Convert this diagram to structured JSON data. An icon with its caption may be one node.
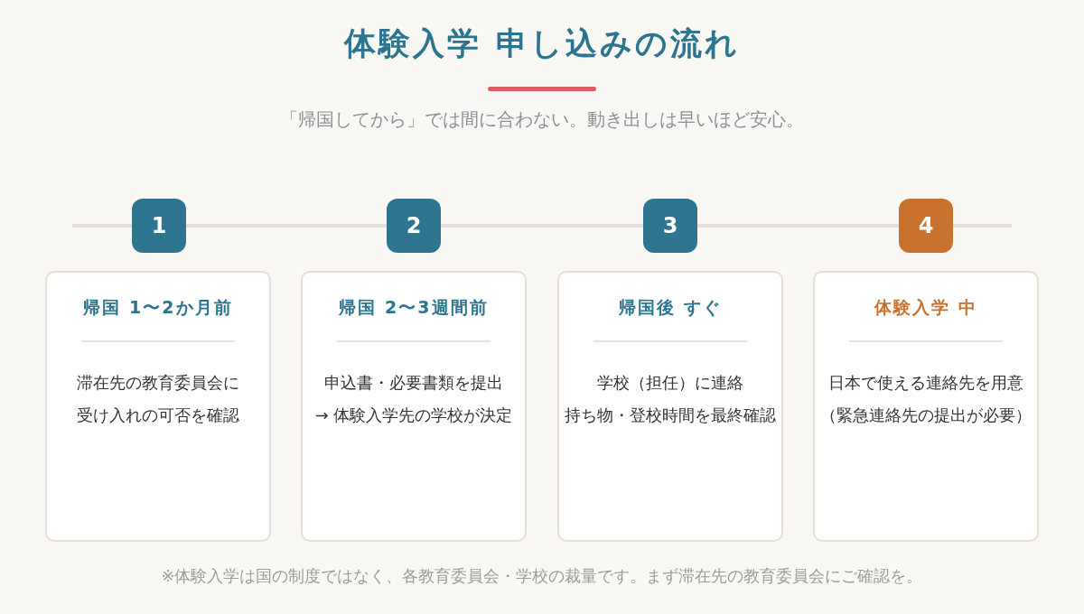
{
  "diagram": {
    "title": "体験入学 申し込みの流れ",
    "nodes": [
      {
        "text": [
          "1"
        ]
      },
      {
        "text": [
          "2"
        ]
      },
      {
        "text": [
          "3"
        ]
      },
      {
        "text": [
          "4"
        ]
      },
      {
        "text": [
          "帰国 1〜2か月前",
          "滞在先の教育委員会に受け入れの可否を確認"
        ]
      },
      {
        "text": [
          "帰国 2〜3週間前",
          "申込書・必要書類を提出",
          "→ 体験入学先の学校が決定"
        ]
      },
      {
        "text": [
          "帰国後 すぐ",
          "学校（担任）に連絡",
          "持ち物・登校時間を最終確認"
        ]
      },
      {
        "text": [
          "体験入学 中",
          "日本で使える連絡先を用意",
          "（緊急連絡先の提出が必要）"
        ]
      }
    ],
    "labels": [
      "「帰国してから」では間に合わない。動き出しは早いほど安心。",
      "※体験入学は国の制度ではなく、各教育委員会・学校の裁量です。まず滞在先の教育委員会にご確認を。"
    ]
  }
}
